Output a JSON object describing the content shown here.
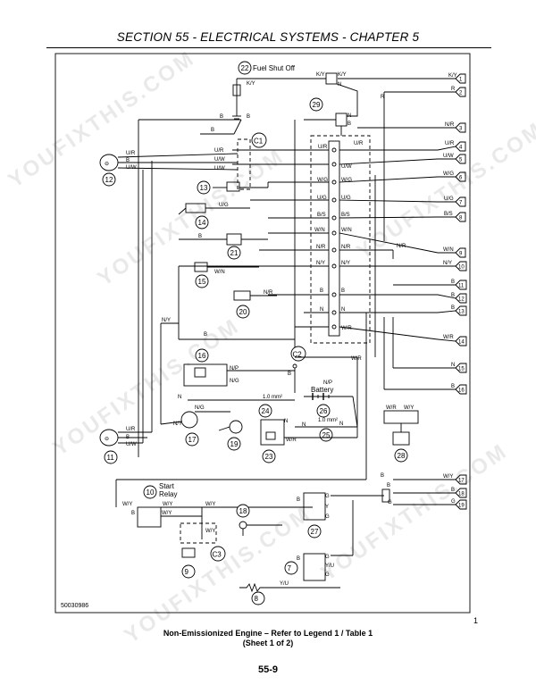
{
  "header": {
    "title": "SECTION 55 - ELECTRICAL SYSTEMS - CHAPTER 5"
  },
  "diagram": {
    "drawing_number": "50030986",
    "components": {
      "c22": "22",
      "c22_label": "Fuel Shut Off",
      "c29": "29",
      "c12": "12",
      "c13": "13",
      "c14": "14",
      "c21": "21",
      "c15": "15",
      "c20": "20",
      "c16": "16",
      "c24": "24",
      "c26": "26",
      "c26_label": "Battery",
      "c25": "25",
      "c17": "17",
      "c19": "19",
      "c23": "23",
      "c11": "11",
      "c28": "28",
      "c10": "10",
      "c10_label_1": "Start",
      "c10_label_2": "Relay",
      "c18": "18",
      "c27": "27",
      "c9": "9",
      "c7": "7",
      "c8": "8"
    },
    "connectors": {
      "c1": "C1",
      "c2": "C2",
      "c3": "C3"
    },
    "wire_spec": {
      "w1": "1.0 mm²",
      "w2": "1.0 mm²"
    },
    "right_terminals": [
      {
        "n": "1",
        "code": "K/Y"
      },
      {
        "n": "2",
        "code": "R"
      },
      {
        "n": "3",
        "code": "N/R"
      },
      {
        "n": "4",
        "code": "U/R"
      },
      {
        "n": "5",
        "code": "U/W"
      },
      {
        "n": "6",
        "code": "W/G"
      },
      {
        "n": "7",
        "code": "U/G"
      },
      {
        "n": "8",
        "code": "B/S"
      },
      {
        "n": "9",
        "code": "W/N"
      },
      {
        "n": "10",
        "code": "N/Y"
      },
      {
        "n": "11",
        "code": "B"
      },
      {
        "n": "12",
        "code": "B"
      },
      {
        "n": "13",
        "code": "B"
      },
      {
        "n": "14",
        "code": "W/R"
      },
      {
        "n": "15",
        "code": "N"
      },
      {
        "n": "16",
        "code": "B"
      },
      {
        "n": "17",
        "code": "W/Y"
      },
      {
        "n": "18",
        "code": "B"
      },
      {
        "n": "19",
        "code": "G"
      }
    ],
    "bus_rows": [
      {
        "left": "U/R",
        "right": "U/R"
      },
      {
        "left": "U/W",
        "right": "U/W"
      },
      {
        "left": "W/G",
        "right": "W/G"
      },
      {
        "left": "U/G",
        "right": "U/G"
      },
      {
        "left": "B/S",
        "right": "B/S"
      },
      {
        "left": "W/N",
        "right": "W/N"
      },
      {
        "left": "N/R",
        "right": "N/R"
      },
      {
        "left": "N/Y",
        "right": "N/Y"
      },
      {
        "left": "B",
        "right": "B"
      },
      {
        "left": "N",
        "right": "N"
      },
      {
        "left": "W/R",
        "right": "W/R"
      }
    ],
    "wire_codes": {
      "ky": "K/Y",
      "b": "B",
      "n": "N",
      "r": "R",
      "ur": "U/R",
      "uw": "U/W",
      "wg": "W/G",
      "ug": "U/G",
      "bs": "B/S",
      "wn": "W/N",
      "nr": "N/R",
      "ny": "N/Y",
      "wr": "W/R",
      "np": "N/P",
      "ng": "N/G",
      "wy": "W/Y",
      "g": "G",
      "y": "Y",
      "yu": "Y/U"
    }
  },
  "footer": {
    "sheet_marker": "1",
    "caption_line1": "Non-Emissionized Engine – Refer to Legend 1 / Table 1",
    "caption_line2": "(Sheet 1 of 2)",
    "page_number": "55-9"
  },
  "watermark": {
    "text": "YOUFIXTHIS.COM"
  }
}
